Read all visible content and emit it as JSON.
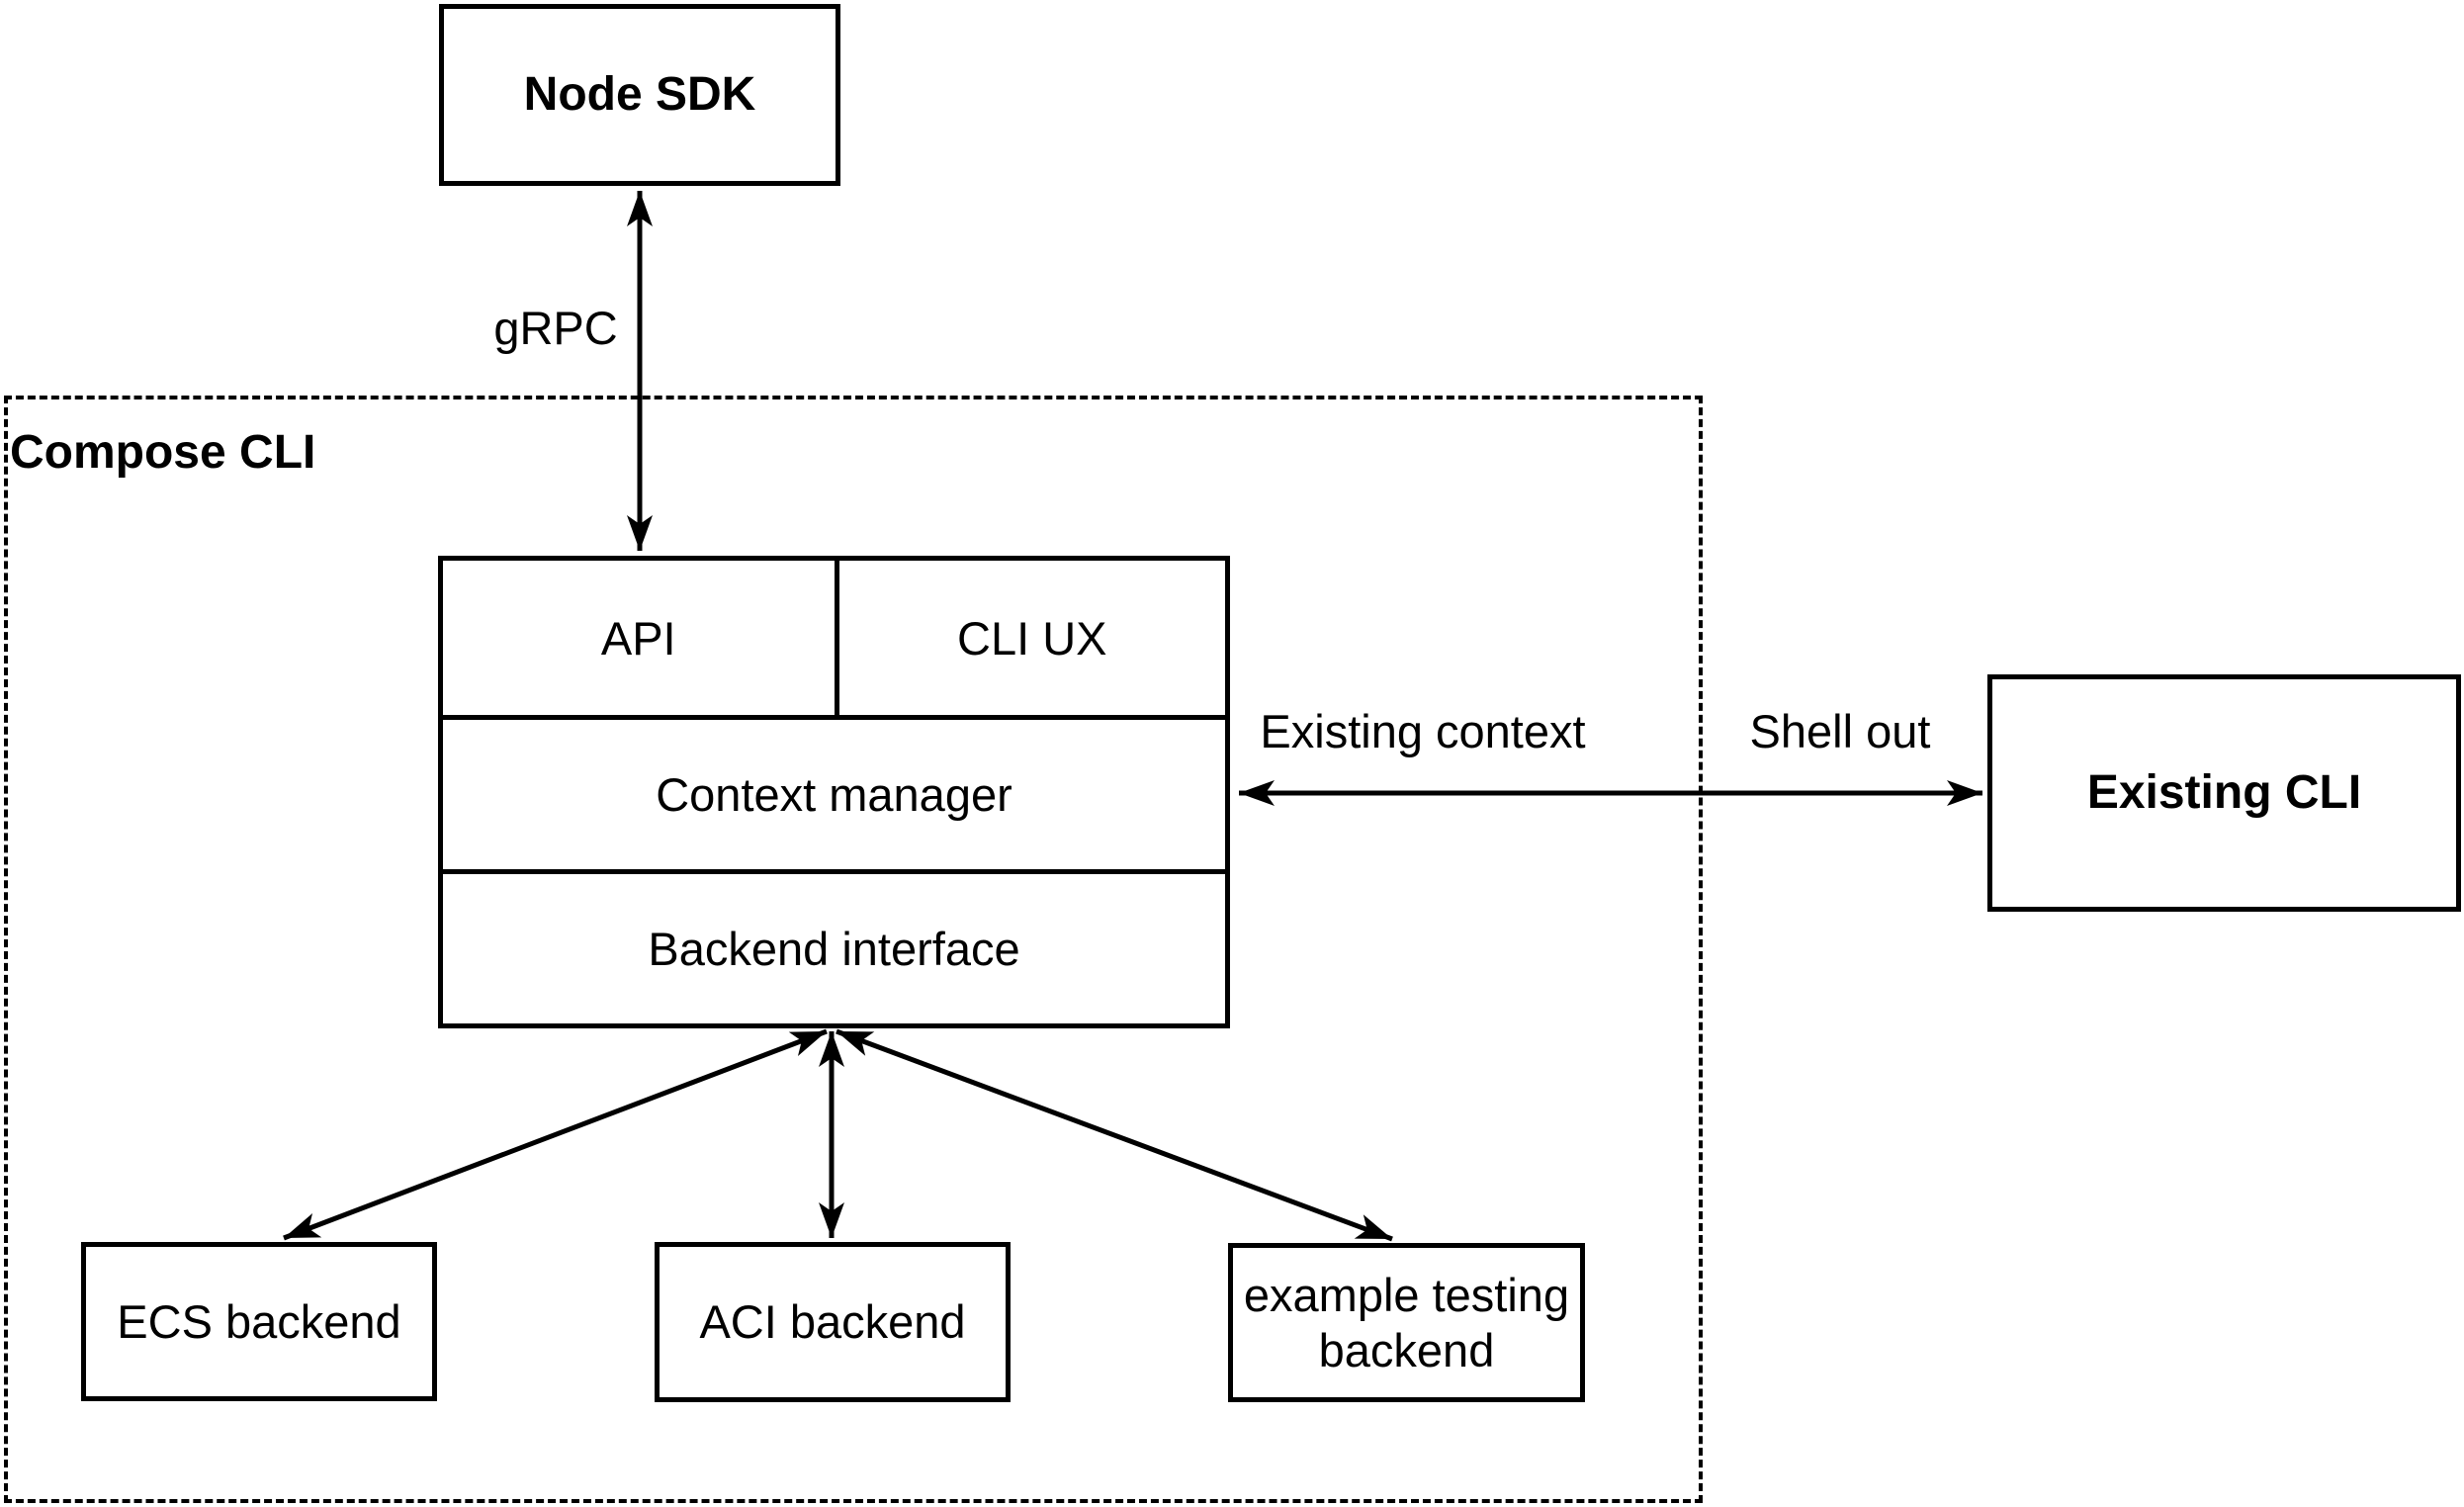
{
  "diagram": {
    "background": "#ffffff",
    "stroke_color": "#000000",
    "text_color": "#000000",
    "nodes": {
      "node_sdk": {
        "label": "Node SDK"
      },
      "compose_cli_group": {
        "label": "Compose CLI"
      },
      "api": {
        "label": "API"
      },
      "cli_ux": {
        "label": "CLI UX"
      },
      "context_manager": {
        "label": "Context manager"
      },
      "backend_interface": {
        "label": "Backend interface"
      },
      "existing_cli": {
        "label": "Existing CLI"
      },
      "ecs_backend": {
        "label": "ECS backend"
      },
      "aci_backend": {
        "label": "ACI backend"
      },
      "example_testing_backend": {
        "label": "example testing backend"
      }
    },
    "edges": {
      "grpc": {
        "label": "gRPC"
      },
      "existing_context": {
        "label": "Existing context"
      },
      "shell_out": {
        "label": "Shell out"
      }
    }
  }
}
